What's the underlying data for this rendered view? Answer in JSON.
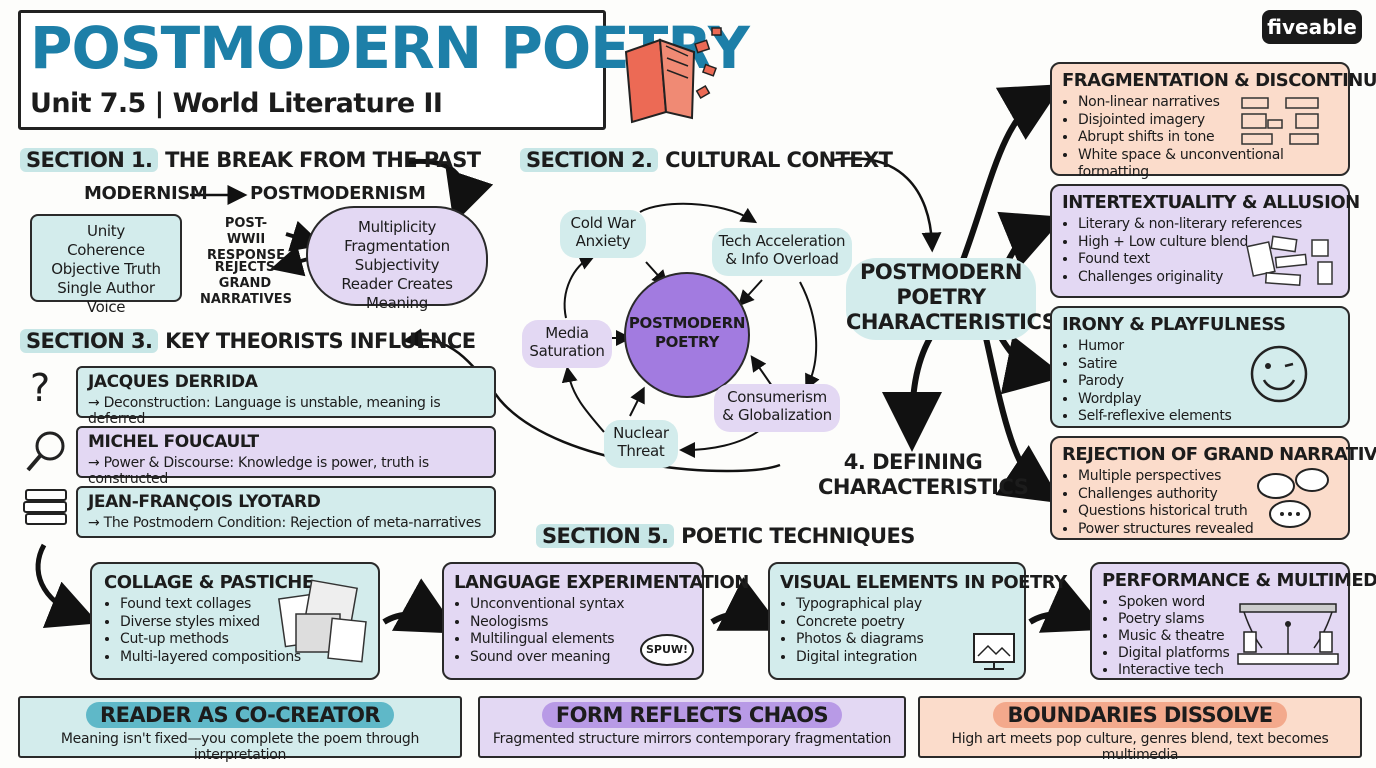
{
  "header": {
    "title": "POSTMODERN POETRY",
    "subtitle": "Unit 7.5 | World Literature II",
    "badge": "fiveable"
  },
  "section1": {
    "label_num": "SECTION 1.",
    "label_text": "THE BREAK FROM THE PAST",
    "from": "MODERNISM",
    "to": "POSTMODERNISM",
    "modernism_traits": [
      "Unity",
      "Coherence",
      "Objective Truth",
      "Single Author Voice"
    ],
    "post_wwii": "POST-WWII RESPONSE",
    "rejects": "REJECTS GRAND NARRATIVES",
    "postmodern_traits": [
      "Multiplicity",
      "Fragmentation",
      "Subjectivity",
      "Reader Creates Meaning"
    ]
  },
  "section2": {
    "label_num": "SECTION 2.",
    "label_text": "CULTURAL CONTEXT",
    "center": "POSTMODERN POETRY",
    "nodes": [
      "Cold War Anxiety",
      "Tech Acceleration & Info Overload",
      "Media Saturation",
      "Consumerism & Globalization",
      "Nuclear Threat"
    ]
  },
  "section3": {
    "label_num": "SECTION 3.",
    "label_text": "KEY THEORISTS INFLUENCE",
    "theorists": [
      {
        "name": "JACQUES DERRIDA",
        "idea": "→ Deconstruction: Language is unstable, meaning is deferred"
      },
      {
        "name": "MICHEL FOUCAULT",
        "idea": "→ Power & Discourse: Knowledge is power, truth is constructed"
      },
      {
        "name": "JEAN-FRANÇOIS LYOTARD",
        "idea": "→ The Postmodern Condition: Rejection of meta-narratives"
      }
    ]
  },
  "section4": {
    "hub": "POSTMODERN POETRY CHARACTERISTICS",
    "label": "4. DEFINING CHARACTERISTICS",
    "cards": [
      {
        "title": "FRAGMENTATION & DISCONTINUITY",
        "items": [
          "Non-linear narratives",
          "Disjointed imagery",
          "Abrupt shifts in tone",
          "White space & unconventional formatting"
        ]
      },
      {
        "title": "INTERTEXTUALITY & ALLUSION",
        "items": [
          "Literary & non-literary references",
          "High + Low culture blend",
          "Found text",
          "Challenges originality"
        ]
      },
      {
        "title": "IRONY & PLAYFULNESS",
        "items": [
          "Humor",
          "Satire",
          "Parody",
          "Wordplay",
          "Self-reflexive elements"
        ]
      },
      {
        "title": "REJECTION OF GRAND NARRATIVES",
        "items": [
          "Multiple perspectives",
          "Challenges authority",
          "Questions historical truth",
          "Power structures revealed"
        ]
      }
    ]
  },
  "section5": {
    "label_num": "SECTION 5.",
    "label_text": "POETIC TECHNIQUES",
    "cards": [
      {
        "title": "COLLAGE & PASTICHE",
        "items": [
          "Found text collages",
          "Diverse styles mixed",
          "Cut-up methods",
          "Multi-layered compositions"
        ]
      },
      {
        "title": "LANGUAGE EXPERIMENTATION",
        "items": [
          "Unconventional syntax",
          "Neologisms",
          "Multilingual elements",
          "Sound over meaning"
        ]
      },
      {
        "title": "VISUAL ELEMENTS IN POETRY",
        "items": [
          "Typographical play",
          "Concrete poetry",
          "Photos & diagrams",
          "Digital integration"
        ]
      },
      {
        "title": "PERFORMANCE & MULTIMEDIA",
        "items": [
          "Spoken word",
          "Poetry slams",
          "Music & theatre",
          "Digital platforms",
          "Interactive tech"
        ]
      }
    ],
    "sound_words": "SPUW!"
  },
  "footer": [
    {
      "title": "READER AS CO-CREATOR",
      "text": "Meaning isn't fixed—you complete the poem through interpretation"
    },
    {
      "title": "FORM REFLECTS CHAOS",
      "text": "Fragmented structure mirrors contemporary fragmentation"
    },
    {
      "title": "BOUNDARIES DISSOLVE",
      "text": "High art meets pop culture, genres blend, text becomes multimedia"
    }
  ],
  "colors": {
    "teal": "#d3ecec",
    "lavender": "#e3d8f3",
    "peach": "#fbdccb",
    "purple": "#a27be0",
    "title_blue": "#1d7fa8",
    "book_red": "#ec6a55"
  }
}
